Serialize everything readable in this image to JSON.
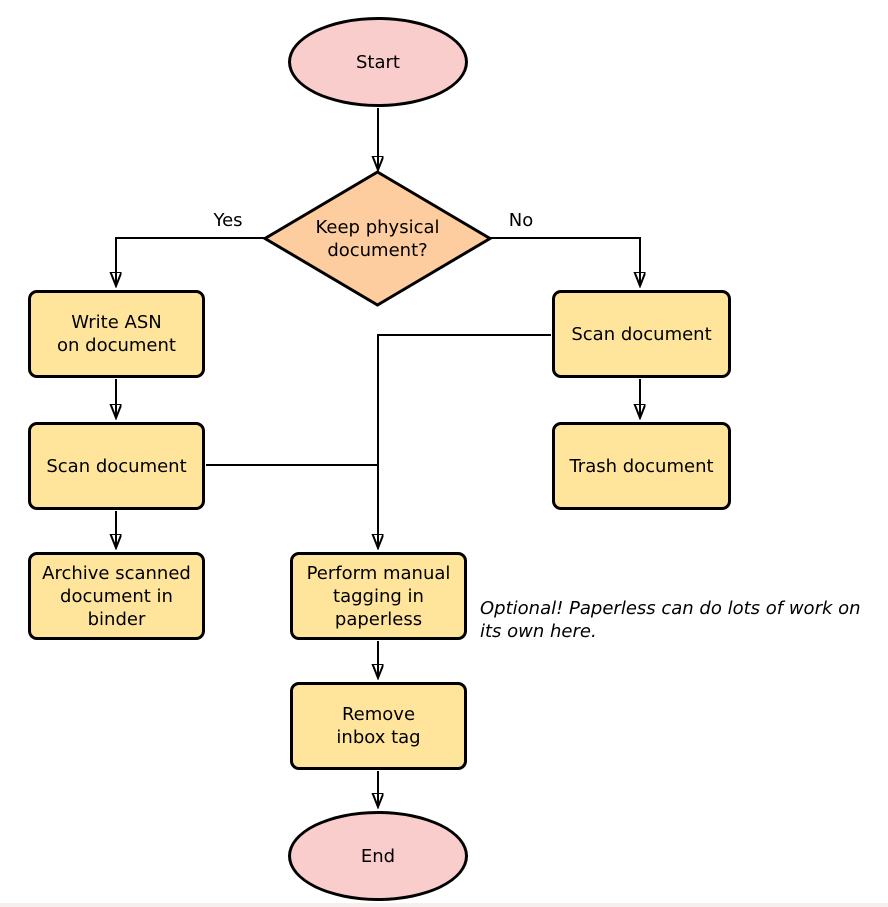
{
  "flowchart": {
    "nodes": {
      "start": {
        "label": "Start",
        "type": "terminator"
      },
      "keep_physical": {
        "label": "Keep physical\ndocument?",
        "type": "decision"
      },
      "write_asn": {
        "label": "Write ASN\non document",
        "type": "process"
      },
      "scan_document_left": {
        "label": "Scan document",
        "type": "process"
      },
      "archive_binder": {
        "label": "Archive scanned\ndocument in\nbinder",
        "type": "process"
      },
      "scan_document_right": {
        "label": "Scan document",
        "type": "process"
      },
      "trash_document": {
        "label": "Trash document",
        "type": "process"
      },
      "manual_tagging": {
        "label": "Perform manual\ntagging in\npaperless",
        "type": "process"
      },
      "remove_inbox_tag": {
        "label": "Remove\ninbox tag",
        "type": "process"
      },
      "end": {
        "label": "End",
        "type": "terminator"
      }
    },
    "edge_labels": {
      "yes": "Yes",
      "no": "No"
    },
    "annotation": "Optional! Paperless can do lots of work on\nits own here.",
    "colors": {
      "terminator_fill": "#f9cdcc",
      "decision_fill": "#fecd9f",
      "process_fill": "#ffe59c",
      "stroke": "#000000"
    }
  }
}
